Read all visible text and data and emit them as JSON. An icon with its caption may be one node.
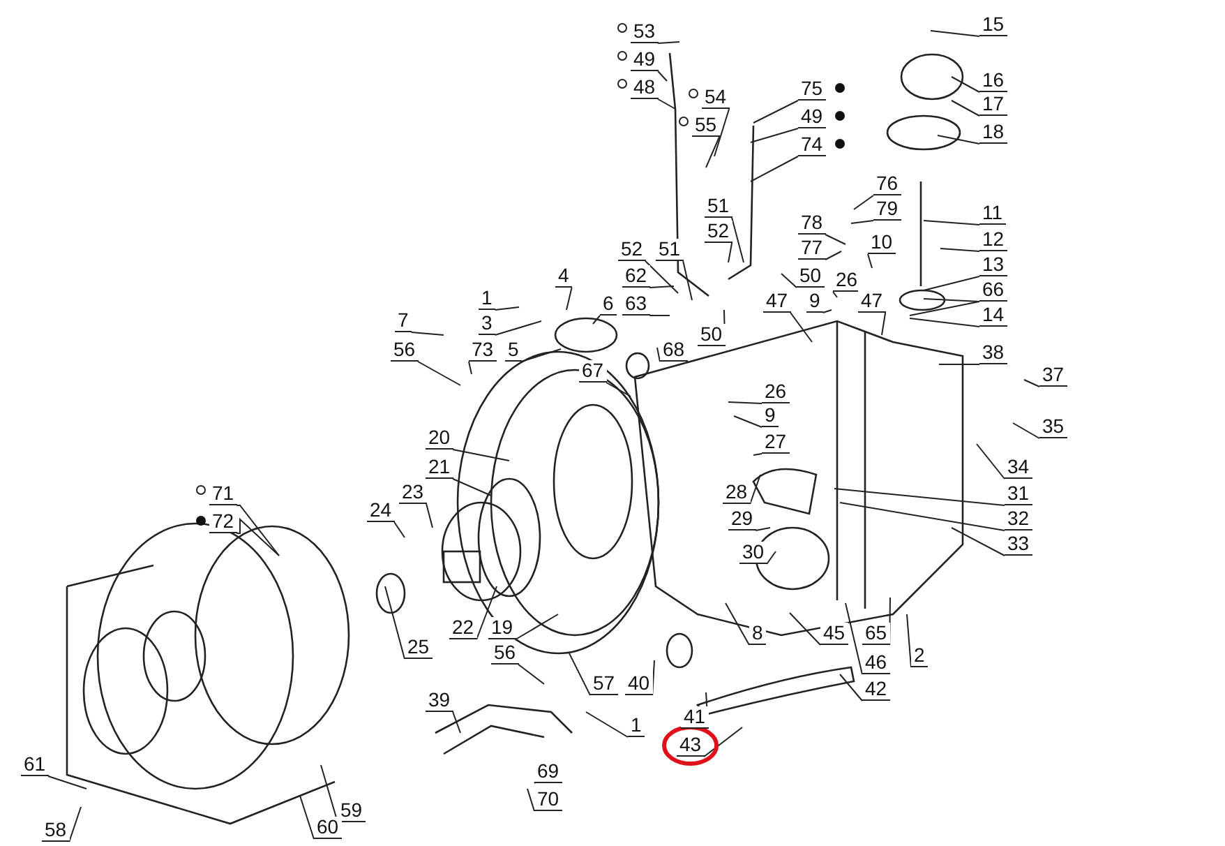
{
  "diagram": {
    "nodes": [
      {
        "text": [
          "53"
        ]
      },
      {
        "text": [
          "49"
        ]
      },
      {
        "text": [
          "48"
        ]
      },
      {
        "text": [
          "15"
        ]
      },
      {
        "text": [
          "16"
        ]
      },
      {
        "text": [
          "75"
        ]
      },
      {
        "text": [
          "54"
        ]
      },
      {
        "text": [
          "55"
        ]
      },
      {
        "text": [
          "49"
        ]
      },
      {
        "text": [
          "17"
        ]
      },
      {
        "text": [
          "74"
        ]
      },
      {
        "text": [
          "18"
        ]
      },
      {
        "text": [
          "76"
        ]
      },
      {
        "text": [
          "79"
        ]
      },
      {
        "text": [
          "11"
        ]
      },
      {
        "text": [
          "78"
        ]
      },
      {
        "text": [
          "51"
        ]
      },
      {
        "text": [
          "52"
        ]
      },
      {
        "text": [
          "12"
        ]
      },
      {
        "text": [
          "77"
        ]
      },
      {
        "text": [
          "10"
        ]
      },
      {
        "text": [
          "52"
        ]
      },
      {
        "text": [
          "51"
        ]
      },
      {
        "text": [
          "13"
        ]
      },
      {
        "text": [
          "50"
        ]
      },
      {
        "text": [
          "26"
        ]
      },
      {
        "text": [
          "4"
        ]
      },
      {
        "text": [
          "62"
        ]
      },
      {
        "text": [
          "66"
        ]
      },
      {
        "text": [
          "1"
        ]
      },
      {
        "text": [
          "6"
        ]
      },
      {
        "text": [
          "63"
        ]
      },
      {
        "text": [
          "47"
        ]
      },
      {
        "text": [
          "9"
        ]
      },
      {
        "text": [
          "47"
        ]
      },
      {
        "text": [
          "7"
        ]
      },
      {
        "text": [
          "3"
        ]
      },
      {
        "text": [
          "14"
        ]
      },
      {
        "text": [
          "50"
        ]
      },
      {
        "text": [
          "56"
        ]
      },
      {
        "text": [
          "73"
        ]
      },
      {
        "text": [
          "5"
        ]
      },
      {
        "text": [
          "68"
        ]
      },
      {
        "text": [
          "38"
        ]
      },
      {
        "text": [
          "67"
        ]
      },
      {
        "text": [
          "37"
        ]
      },
      {
        "text": [
          "26"
        ]
      },
      {
        "text": [
          "9"
        ]
      },
      {
        "text": [
          "35"
        ]
      },
      {
        "text": [
          "20"
        ]
      },
      {
        "text": [
          "27"
        ]
      },
      {
        "text": [
          "34"
        ]
      },
      {
        "text": [
          "21"
        ]
      },
      {
        "text": [
          "28"
        ]
      },
      {
        "text": [
          "31"
        ]
      },
      {
        "text": [
          "71"
        ]
      },
      {
        "text": [
          "23"
        ]
      },
      {
        "text": [
          "32"
        ]
      },
      {
        "text": [
          "72"
        ]
      },
      {
        "text": [
          "24"
        ]
      },
      {
        "text": [
          "29"
        ]
      },
      {
        "text": [
          "33"
        ]
      },
      {
        "text": [
          "30"
        ]
      },
      {
        "text": [
          "25"
        ]
      },
      {
        "text": [
          "22"
        ]
      },
      {
        "text": [
          "19"
        ]
      },
      {
        "text": [
          "8"
        ]
      },
      {
        "text": [
          "45"
        ]
      },
      {
        "text": [
          "65"
        ]
      },
      {
        "text": [
          "2"
        ]
      },
      {
        "text": [
          "56"
        ]
      },
      {
        "text": [
          "57"
        ]
      },
      {
        "text": [
          "40"
        ]
      },
      {
        "text": [
          "46"
        ]
      },
      {
        "text": [
          "42"
        ]
      },
      {
        "text": [
          "39"
        ]
      },
      {
        "text": [
          "1"
        ]
      },
      {
        "text": [
          "41"
        ]
      },
      {
        "text": [
          "43"
        ]
      },
      {
        "text": [
          "61"
        ]
      },
      {
        "text": [
          "69"
        ]
      },
      {
        "text": [
          "59"
        ]
      },
      {
        "text": [
          "70"
        ]
      },
      {
        "text": [
          "58"
        ]
      },
      {
        "text": [
          "60"
        ]
      }
    ],
    "edges": [
      {
        "from": 0,
        "to": null,
        "arrow": "none"
      },
      {
        "from": 1,
        "to": null,
        "arrow": "none"
      },
      {
        "from": 2,
        "to": null,
        "arrow": "none"
      },
      {
        "from": 3,
        "to": null,
        "arrow": "none"
      },
      {
        "from": 4,
        "to": null,
        "arrow": "none"
      },
      {
        "from": 5,
        "to": null,
        "arrow": "none"
      },
      {
        "from": 6,
        "to": null,
        "arrow": "none"
      },
      {
        "from": 7,
        "to": null,
        "arrow": "none"
      },
      {
        "from": 8,
        "to": null,
        "arrow": "none"
      },
      {
        "from": 9,
        "to": null,
        "arrow": "none"
      },
      {
        "from": 10,
        "to": null,
        "arrow": "none"
      },
      {
        "from": 11,
        "to": null,
        "arrow": "none"
      },
      {
        "from": 12,
        "to": null,
        "arrow": "none"
      },
      {
        "from": 13,
        "to": null,
        "arrow": "none"
      },
      {
        "from": 14,
        "to": null,
        "arrow": "none"
      },
      {
        "from": 15,
        "to": null,
        "arrow": "none"
      },
      {
        "from": 16,
        "to": null,
        "arrow": "none"
      },
      {
        "from": 17,
        "to": null,
        "arrow": "none"
      },
      {
        "from": 18,
        "to": null,
        "arrow": "none"
      },
      {
        "from": 19,
        "to": null,
        "arrow": "none"
      },
      {
        "from": 20,
        "to": null,
        "arrow": "none"
      },
      {
        "from": 21,
        "to": null,
        "arrow": "none"
      },
      {
        "from": 22,
        "to": null,
        "arrow": "none"
      },
      {
        "from": 23,
        "to": null,
        "arrow": "none"
      },
      {
        "from": 24,
        "to": null,
        "arrow": "none"
      },
      {
        "from": 25,
        "to": null,
        "arrow": "none"
      },
      {
        "from": 26,
        "to": null,
        "arrow": "none"
      },
      {
        "from": 27,
        "to": null,
        "arrow": "none"
      },
      {
        "from": 28,
        "to": null,
        "arrow": "none"
      },
      {
        "from": 29,
        "to": null,
        "arrow": "none"
      },
      {
        "from": 30,
        "to": null,
        "arrow": "none"
      },
      {
        "from": 31,
        "to": null,
        "arrow": "none"
      },
      {
        "from": 32,
        "to": null,
        "arrow": "none"
      },
      {
        "from": 33,
        "to": null,
        "arrow": "none"
      },
      {
        "from": 34,
        "to": null,
        "arrow": "none"
      },
      {
        "from": 35,
        "to": null,
        "arrow": "none"
      },
      {
        "from": 36,
        "to": null,
        "arrow": "none"
      },
      {
        "from": 37,
        "to": null,
        "arrow": "none"
      },
      {
        "from": 38,
        "to": null,
        "arrow": "none"
      },
      {
        "from": 39,
        "to": null,
        "arrow": "none"
      },
      {
        "from": 40,
        "to": null,
        "arrow": "none"
      },
      {
        "from": 41,
        "to": null,
        "arrow": "none"
      },
      {
        "from": 42,
        "to": null,
        "arrow": "none"
      },
      {
        "from": 43,
        "to": null,
        "arrow": "none"
      },
      {
        "from": 44,
        "to": null,
        "arrow": "none"
      },
      {
        "from": 45,
        "to": null,
        "arrow": "none"
      },
      {
        "from": 46,
        "to": null,
        "arrow": "none"
      },
      {
        "from": 47,
        "to": null,
        "arrow": "none"
      },
      {
        "from": 48,
        "to": null,
        "arrow": "none"
      },
      {
        "from": 49,
        "to": null,
        "arrow": "none"
      },
      {
        "from": 50,
        "to": null,
        "arrow": "none"
      },
      {
        "from": 51,
        "to": null,
        "arrow": "none"
      },
      {
        "from": 52,
        "to": null,
        "arrow": "none"
      },
      {
        "from": 53,
        "to": null,
        "arrow": "none"
      },
      {
        "from": 54,
        "to": null,
        "arrow": "none"
      },
      {
        "from": 55,
        "to": null,
        "arrow": "none"
      },
      {
        "from": 56,
        "to": null,
        "arrow": "none"
      },
      {
        "from": 57,
        "to": null,
        "arrow": "none"
      },
      {
        "from": 58,
        "to": null,
        "arrow": "none"
      },
      {
        "from": 59,
        "to": null,
        "arrow": "none"
      },
      {
        "from": 60,
        "to": null,
        "arrow": "none"
      },
      {
        "from": 61,
        "to": null,
        "arrow": "none"
      },
      {
        "from": 62,
        "to": null,
        "arrow": "none"
      },
      {
        "from": 63,
        "to": null,
        "arrow": "none"
      },
      {
        "from": 64,
        "to": null,
        "arrow": "none"
      },
      {
        "from": 65,
        "to": null,
        "arrow": "none"
      },
      {
        "from": 66,
        "to": null,
        "arrow": "none"
      },
      {
        "from": 67,
        "to": null,
        "arrow": "none"
      },
      {
        "from": 68,
        "to": null,
        "arrow": "none"
      },
      {
        "from": 69,
        "to": null,
        "arrow": "none"
      },
      {
        "from": 70,
        "to": null,
        "arrow": "none"
      },
      {
        "from": 71,
        "to": null,
        "arrow": "none"
      },
      {
        "from": 72,
        "to": null,
        "arrow": "none"
      },
      {
        "from": 73,
        "to": null,
        "arrow": "none"
      },
      {
        "from": 74,
        "to": null,
        "arrow": "none"
      },
      {
        "from": 75,
        "to": null,
        "arrow": "none"
      },
      {
        "from": 76,
        "to": null,
        "arrow": "none"
      },
      {
        "from": 77,
        "to": null,
        "arrow": "none"
      },
      {
        "from": 78,
        "to": null,
        "arrow": "none"
      },
      {
        "from": 79,
        "to": null,
        "arrow": "none"
      },
      {
        "from": 80,
        "to": null,
        "arrow": "none"
      },
      {
        "from": 81,
        "to": null,
        "arrow": "none"
      },
      {
        "from": 82,
        "to": null,
        "arrow": "none"
      },
      {
        "from": 83,
        "to": null,
        "arrow": "none"
      },
      {
        "from": 84,
        "to": null,
        "arrow": "none"
      }
    ]
  }
}
